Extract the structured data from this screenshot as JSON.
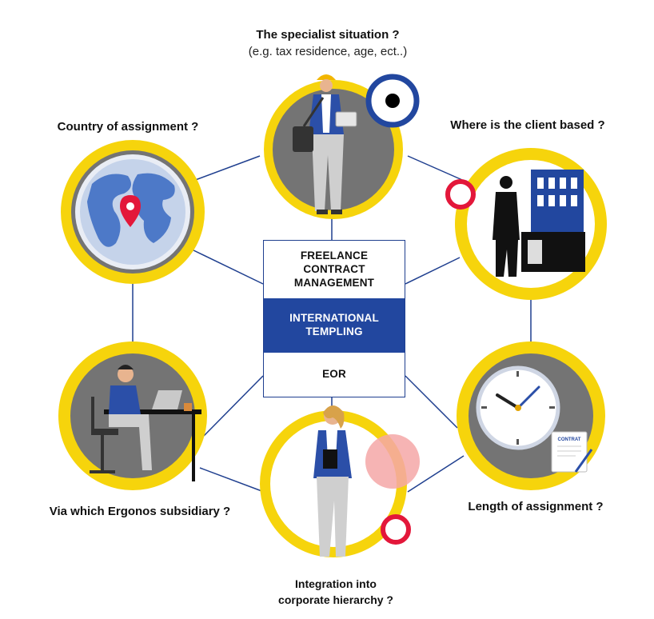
{
  "labels": {
    "specialist_title": "The specialist situation ?",
    "specialist_sub": "(e.g. tax residence, age, ect..)",
    "country": "Country of assignment ?",
    "client": "Where is the client based ?",
    "subsidiary": "Via which Ergonos subsidiary ?",
    "length": "Length of assignment ?",
    "integration_line1": "Integration into",
    "integration_line2": "corporate hierarchy ?"
  },
  "center": {
    "freelance": "FREELANCE\nCONTRACT\nMANAGEMENT",
    "tempting": "INTERNATIONAL\nTEMPLING",
    "eor": "EOR"
  },
  "document_stamp": "CONTRAT",
  "colors": {
    "ring_yellow": "#f6d40c",
    "circle_grey": "#747474",
    "navy": "#1f3f8f",
    "accent_red": "#e3173a",
    "pink": "#f4a7a7"
  },
  "icons": [
    "construction-worker-icon",
    "globe-location-icon",
    "businessman-building-icon",
    "office-worker-laptop-icon",
    "clock-contract-icon",
    "businesswoman-icon"
  ]
}
